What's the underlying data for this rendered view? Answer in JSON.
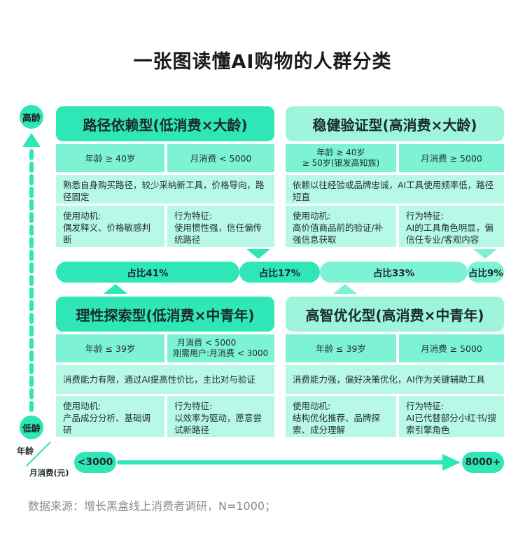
{
  "title": "一张图读懂AI购物的人群分类",
  "axis": {
    "y_high": "高龄",
    "y_low": "低龄",
    "age_label": "年龄",
    "spend_label": "月消费(元)",
    "x_low": "<3000",
    "x_high": "8000+"
  },
  "quadrants": {
    "q1": {
      "title": "路径依赖型(低消费×大龄)",
      "age": "年龄 ≥ 40岁",
      "spend": "月消费 < 5000",
      "desc": "熟悉自身购买路径，较少采纳新工具，价格导向，路径固定",
      "motive_title": "使用动机:",
      "motive": "偶发释义、价格敏感判断",
      "behavior_title": "行为特征:",
      "behavior": "使用惯性强，信任偏传统路径"
    },
    "q2": {
      "title": "稳健验证型(高消费×大龄)",
      "age": "年龄 ≥ 40岁",
      "age2": "≥ 50岁(银发高知族)",
      "spend": "月消费 ≥ 5000",
      "desc": "依赖以往经验或品牌忠诚，AI工具使用频率低，路径短直",
      "motive_title": "使用动机:",
      "motive": "高价值商品前的验证/补强信息获取",
      "behavior_title": "行为特征:",
      "behavior": "AI的工具角色明显，偏信任专业/客观内容"
    },
    "q3": {
      "title": "理性探索型(低消费×中青年)",
      "age": "年龄 ≤ 39岁",
      "spend": "月消费 < 5000",
      "spend2": "刚需用户:月消费 < 3000",
      "desc": "消费能力有限，通过AI提高性价比，主比对与验证",
      "motive_title": "使用动机:",
      "motive": "产品成分分析、基础调研",
      "behavior_title": "行为特征:",
      "behavior": "以效率为驱动，愿意尝试新路径"
    },
    "q4": {
      "title": "高智优化型(高消费×中青年)",
      "age": "年龄 ≤ 39岁",
      "spend": "月消费 ≥ 5000",
      "desc": "消费能力强，偏好决策优化，AI作为关键辅助工具",
      "motive_title": "使用动机:",
      "motive": "结构优化推荐、品牌探索、成分理解",
      "behavior_title": "行为特征:",
      "behavior": "AI已代替部分小红书/搜索引擎角色"
    }
  },
  "shares": {
    "s1": "占比41%",
    "s2": "占比17%",
    "s3": "占比33%",
    "s4": "占比9%"
  },
  "source": "数据来源：增长黑盒线上消费者调研，N=1000；",
  "colors": {
    "dark": "#2fe6b7",
    "mid": "#7df2d4",
    "light": "#b7f8e6",
    "header_light": "#9ef5dc"
  }
}
